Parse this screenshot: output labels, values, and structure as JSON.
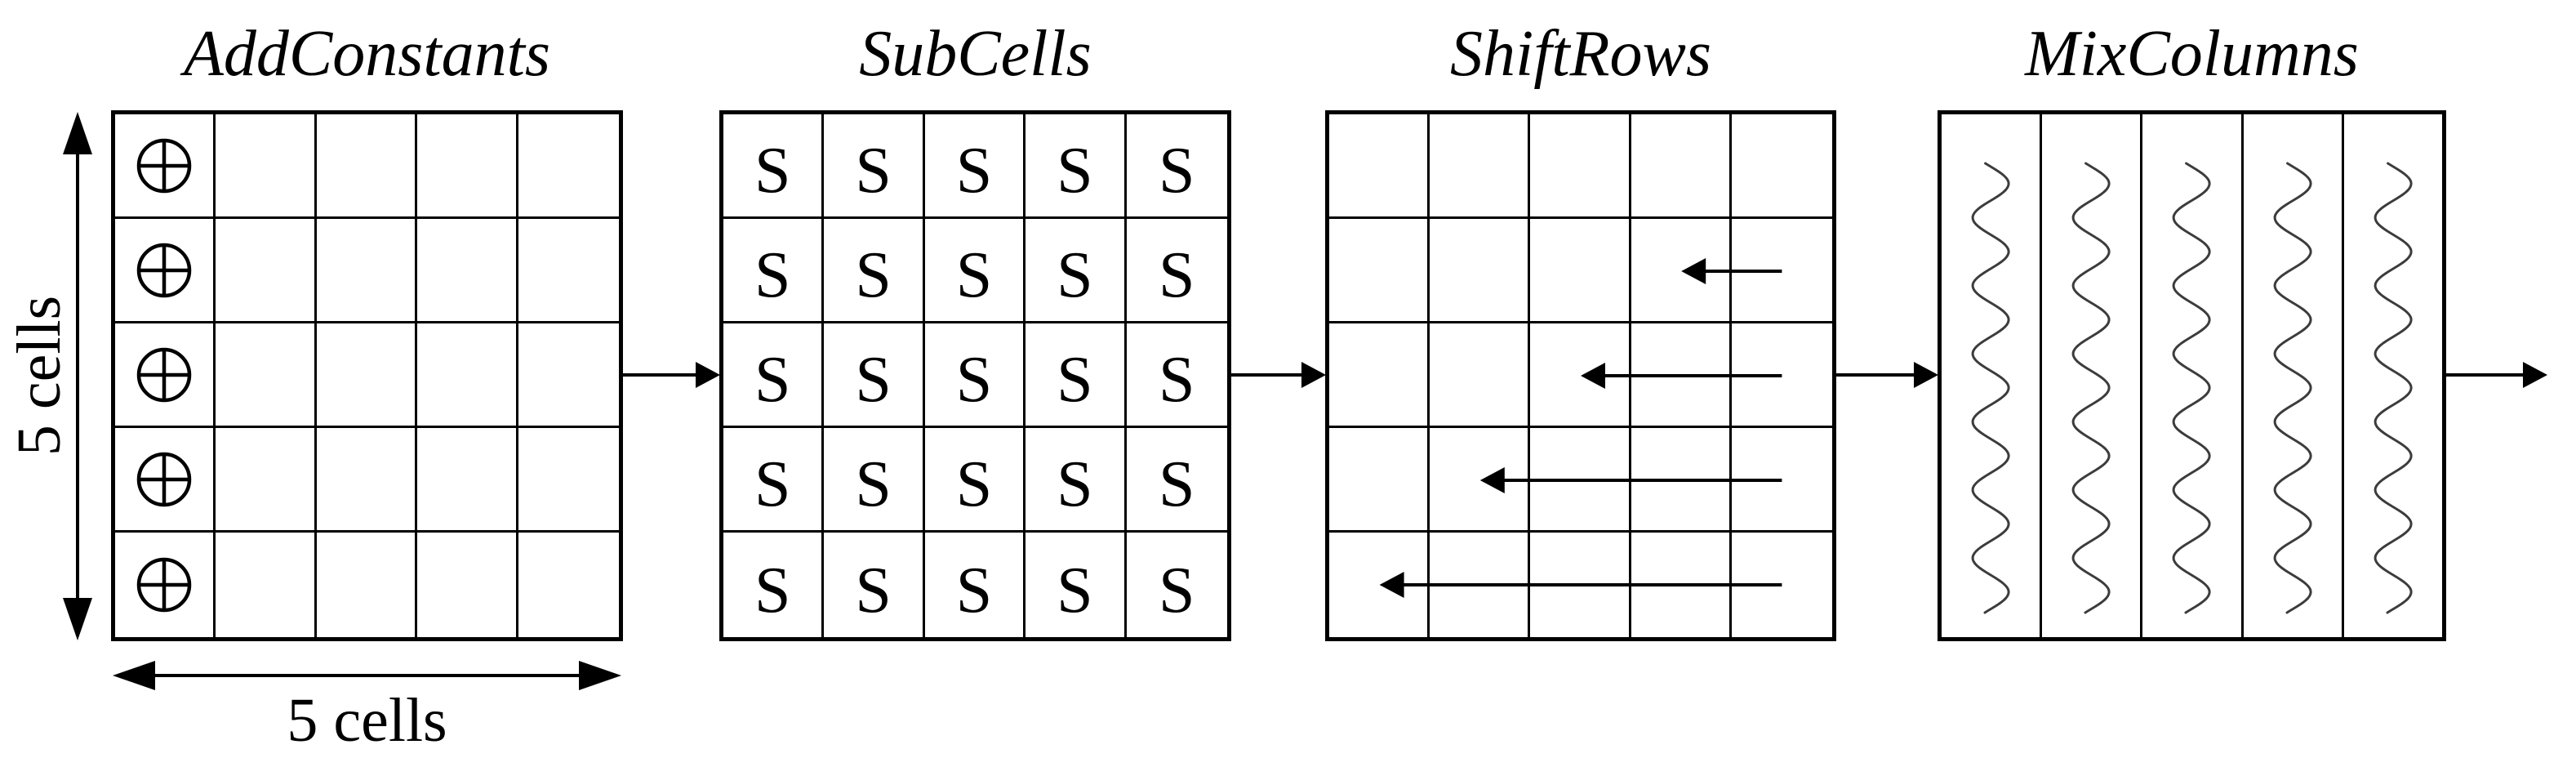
{
  "stages": [
    {
      "label": "AddConstants",
      "type": "xor_first_column",
      "rows": 5,
      "cols": 5,
      "xor_icon": "circled-plus"
    },
    {
      "label": "SubCells",
      "type": "sbox_grid",
      "rows": 5,
      "cols": 5,
      "cell_text": "S"
    },
    {
      "label": "ShiftRows",
      "type": "row_shift_arrows",
      "rows": 5,
      "cols": 5,
      "shift_direction": "left",
      "row_shifts": [
        0,
        1,
        2,
        3,
        4
      ]
    },
    {
      "label": "MixColumns",
      "type": "column_waves",
      "cols": 5,
      "wave_icon": "vertical-squiggle"
    }
  ],
  "dimension_labels": {
    "height": "5 cells",
    "width": "5 cells"
  },
  "flow": {
    "direction": "left-to-right",
    "stage_arrow_count": 3,
    "has_output_arrow": true
  },
  "colors": {
    "ink": "#000000",
    "wave": "#3c3c3c",
    "background": "#ffffff"
  }
}
